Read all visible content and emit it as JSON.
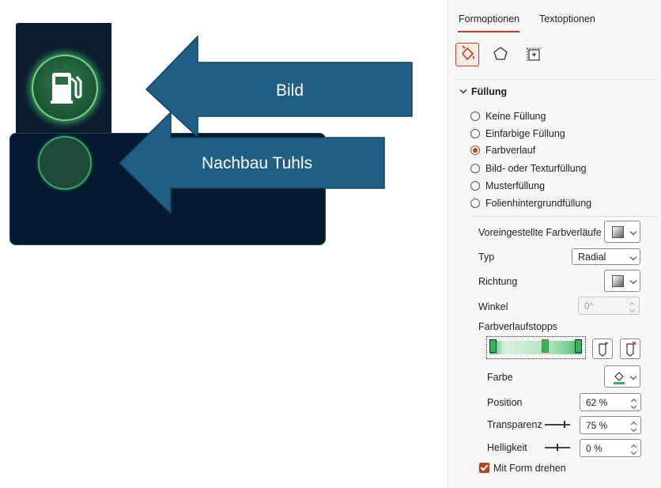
{
  "canvas": {
    "arrow_top_label": "Bild",
    "arrow_bottom_label": "Nachbau Tuhls"
  },
  "pane": {
    "tabs": [
      "Formoptionen",
      "Textoptionen"
    ],
    "icon_names": [
      "fill-line-icon",
      "shape-effects-icon",
      "size-properties-icon"
    ],
    "section_title": "Füllung",
    "fill_options": [
      {
        "label": "Keine Füllung",
        "selected": false
      },
      {
        "label": "Einfarbige Füllung",
        "selected": false
      },
      {
        "label": "Farbverlauf",
        "selected": true
      },
      {
        "label": "Bild- oder Texturfüllung",
        "selected": false
      },
      {
        "label": "Musterfüllung",
        "selected": false
      },
      {
        "label": "Folienhintergrundfüllung",
        "selected": false
      }
    ],
    "preset_label": "Voreingestellte Farbverläufe",
    "type_label": "Typ",
    "type_value": "Radial",
    "direction_label": "Richtung",
    "angle_label": "Winkel",
    "angle_value": "0°",
    "stops_label": "Farbverlaufstopps",
    "color_label": "Farbe",
    "position_label": "Position",
    "position_value": "62 %",
    "transparency_label": "Transparenz",
    "transparency_value": "75 %",
    "brightness_label": "Helligkeit",
    "brightness_value": "0 %",
    "rotate_label": "Mit Form drehen",
    "rotate_checked": true
  },
  "colors": {
    "accent": "#b0462a",
    "arrow_fill": "#1f5f86",
    "dark_panel": "#041a2e",
    "green_glow": "#6ddc7e"
  }
}
